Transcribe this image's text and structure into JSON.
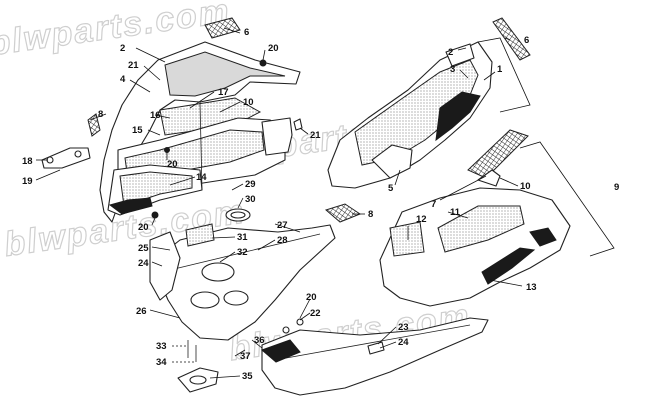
{
  "watermark": {
    "text": "blwparts.com"
  },
  "callouts": [
    {
      "id": "c1",
      "label": "1"
    },
    {
      "id": "c2a",
      "label": "2"
    },
    {
      "id": "c2b",
      "label": "2"
    },
    {
      "id": "c3",
      "label": "3"
    },
    {
      "id": "c4",
      "label": "4"
    },
    {
      "id": "c5",
      "label": "5"
    },
    {
      "id": "c6a",
      "label": "6"
    },
    {
      "id": "c6b",
      "label": "6"
    },
    {
      "id": "c7",
      "label": "7"
    },
    {
      "id": "c8a",
      "label": "8"
    },
    {
      "id": "c8b",
      "label": "8"
    },
    {
      "id": "c9",
      "label": "9"
    },
    {
      "id": "c10a",
      "label": "10"
    },
    {
      "id": "c10b",
      "label": "10"
    },
    {
      "id": "c11",
      "label": "11"
    },
    {
      "id": "c12",
      "label": "12"
    },
    {
      "id": "c13",
      "label": "13"
    },
    {
      "id": "c14",
      "label": "14"
    },
    {
      "id": "c15",
      "label": "15"
    },
    {
      "id": "c16",
      "label": "16"
    },
    {
      "id": "c17",
      "label": "17"
    },
    {
      "id": "c18",
      "label": "18"
    },
    {
      "id": "c19",
      "label": "19"
    },
    {
      "id": "c20a",
      "label": "20"
    },
    {
      "id": "c20b",
      "label": "20"
    },
    {
      "id": "c20c",
      "label": "20"
    },
    {
      "id": "c20d",
      "label": "20"
    },
    {
      "id": "c21a",
      "label": "21"
    },
    {
      "id": "c21b",
      "label": "21"
    },
    {
      "id": "c22",
      "label": "22"
    },
    {
      "id": "c23",
      "label": "23"
    },
    {
      "id": "c24a",
      "label": "24"
    },
    {
      "id": "c24b",
      "label": "24"
    },
    {
      "id": "c25",
      "label": "25"
    },
    {
      "id": "c26",
      "label": "26"
    },
    {
      "id": "c27",
      "label": "27"
    },
    {
      "id": "c28",
      "label": "28"
    },
    {
      "id": "c29",
      "label": "29"
    },
    {
      "id": "c30",
      "label": "30"
    },
    {
      "id": "c31",
      "label": "31"
    },
    {
      "id": "c32",
      "label": "32"
    },
    {
      "id": "c33",
      "label": "33"
    },
    {
      "id": "c34",
      "label": "34"
    },
    {
      "id": "c35",
      "label": "35"
    },
    {
      "id": "c36",
      "label": "36"
    },
    {
      "id": "c37",
      "label": "37"
    }
  ]
}
